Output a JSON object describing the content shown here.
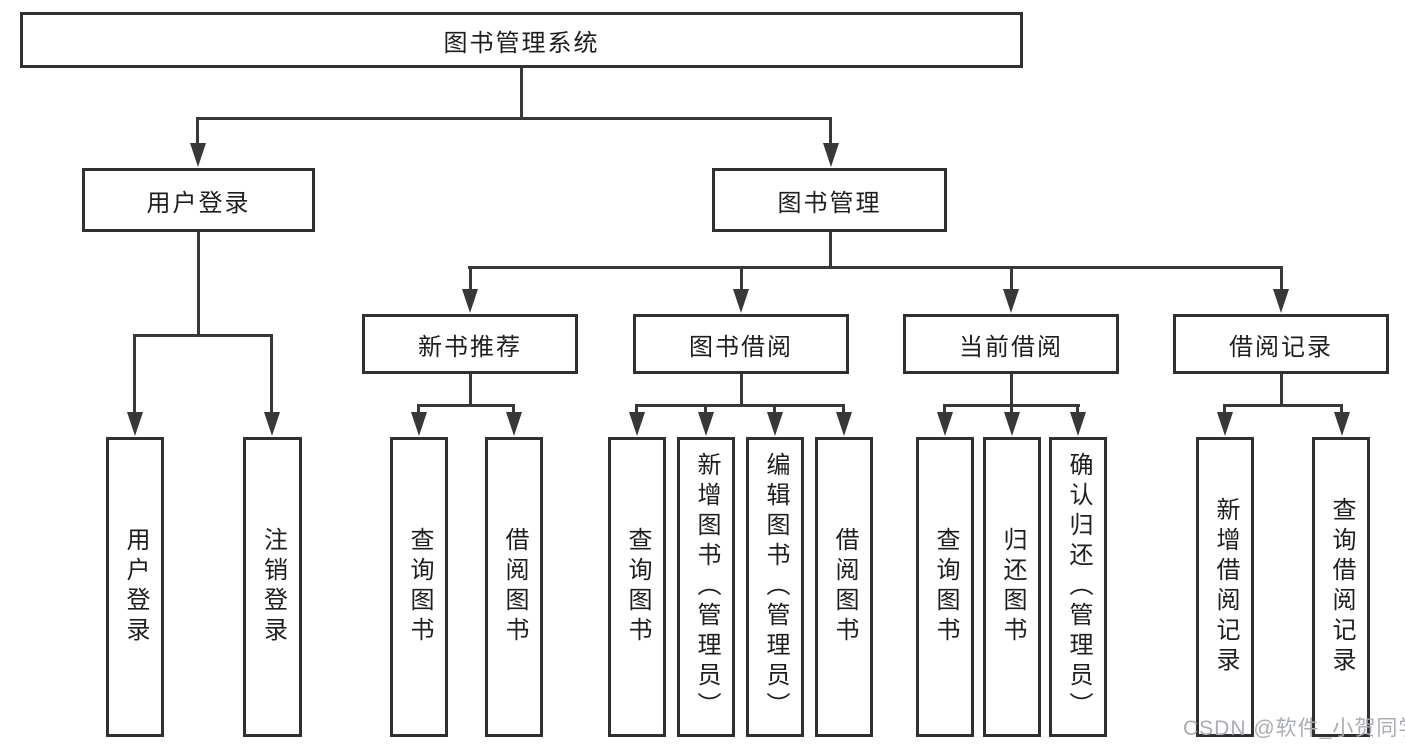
{
  "tree": {
    "root": {
      "label": "图书管理系统",
      "children": [
        {
          "label": "用户登录",
          "children": [
            {
              "label": "用户登录"
            },
            {
              "label": "注销登录"
            }
          ]
        },
        {
          "label": "图书管理",
          "children": [
            {
              "label": "新书推荐",
              "children": [
                {
                  "label": "查询图书"
                },
                {
                  "label": "借阅图书"
                }
              ]
            },
            {
              "label": "图书借阅",
              "children": [
                {
                  "label": "查询图书"
                },
                {
                  "label": "新增图书（管理员）"
                },
                {
                  "label": "编辑图书（管理员）"
                },
                {
                  "label": "借阅图书"
                }
              ]
            },
            {
              "label": "当前借阅",
              "children": [
                {
                  "label": "查询图书"
                },
                {
                  "label": "归还图书"
                },
                {
                  "label": "确认归还（管理员）"
                }
              ]
            },
            {
              "label": "借阅记录",
              "children": [
                {
                  "label": "新增借阅记录"
                },
                {
                  "label": "查询借阅记录"
                }
              ]
            }
          ]
        }
      ]
    }
  },
  "watermark": "CSDN @软件_小贺同学",
  "colors": {
    "background": "#ffffff",
    "box_border": "#303030",
    "connector_line": "#383838",
    "text": "#1e1e1e",
    "watermark_text": "#a9adb3"
  }
}
